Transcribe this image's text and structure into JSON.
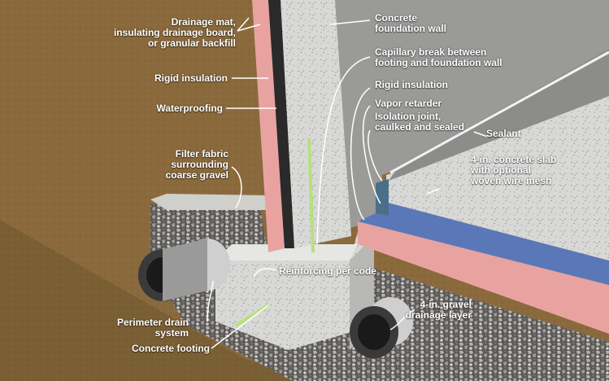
{
  "labels": {
    "drainage_mat": [
      "Drainage mat,",
      "insulating drainage board,",
      "or granular backfill"
    ],
    "concrete_wall": [
      "Concrete",
      "foundation wall"
    ],
    "capillary_break": [
      "Capillary break between",
      "footing and foundation wall"
    ],
    "rigid_insulation_outer": "Rigid insulation",
    "rigid_insulation_inner": "Rigid insulation",
    "waterproofing": "Waterproofing",
    "vapor_retarder": "Vapor retarder",
    "isolation_joint": [
      "Isolation joint,",
      "caulked and sealed"
    ],
    "sealant": "Sealant",
    "filter_fabric": [
      "Filter fabric",
      "surrounding",
      "coarse gravel"
    ],
    "slab": [
      "4-in. concrete slab",
      "with optional",
      "woven wire mesh"
    ],
    "reinforcing": "Reinforcing per code",
    "perimeter_drain": [
      "Perimeter drain",
      "system"
    ],
    "gravel_layer": [
      "4-in. gravel",
      "drainage layer"
    ],
    "footing": "Concrete footing"
  },
  "colors": {
    "soil": "#8a6a3c",
    "soil_dark": "#6e532c",
    "concrete": "#d6d6d4",
    "insulation": "#e8a3a0",
    "waterproofing": "#2a2a2a",
    "vapor_retarder": "#5a78b8",
    "gravel": "#8e8c8a",
    "rebar": "#b8e07a"
  }
}
